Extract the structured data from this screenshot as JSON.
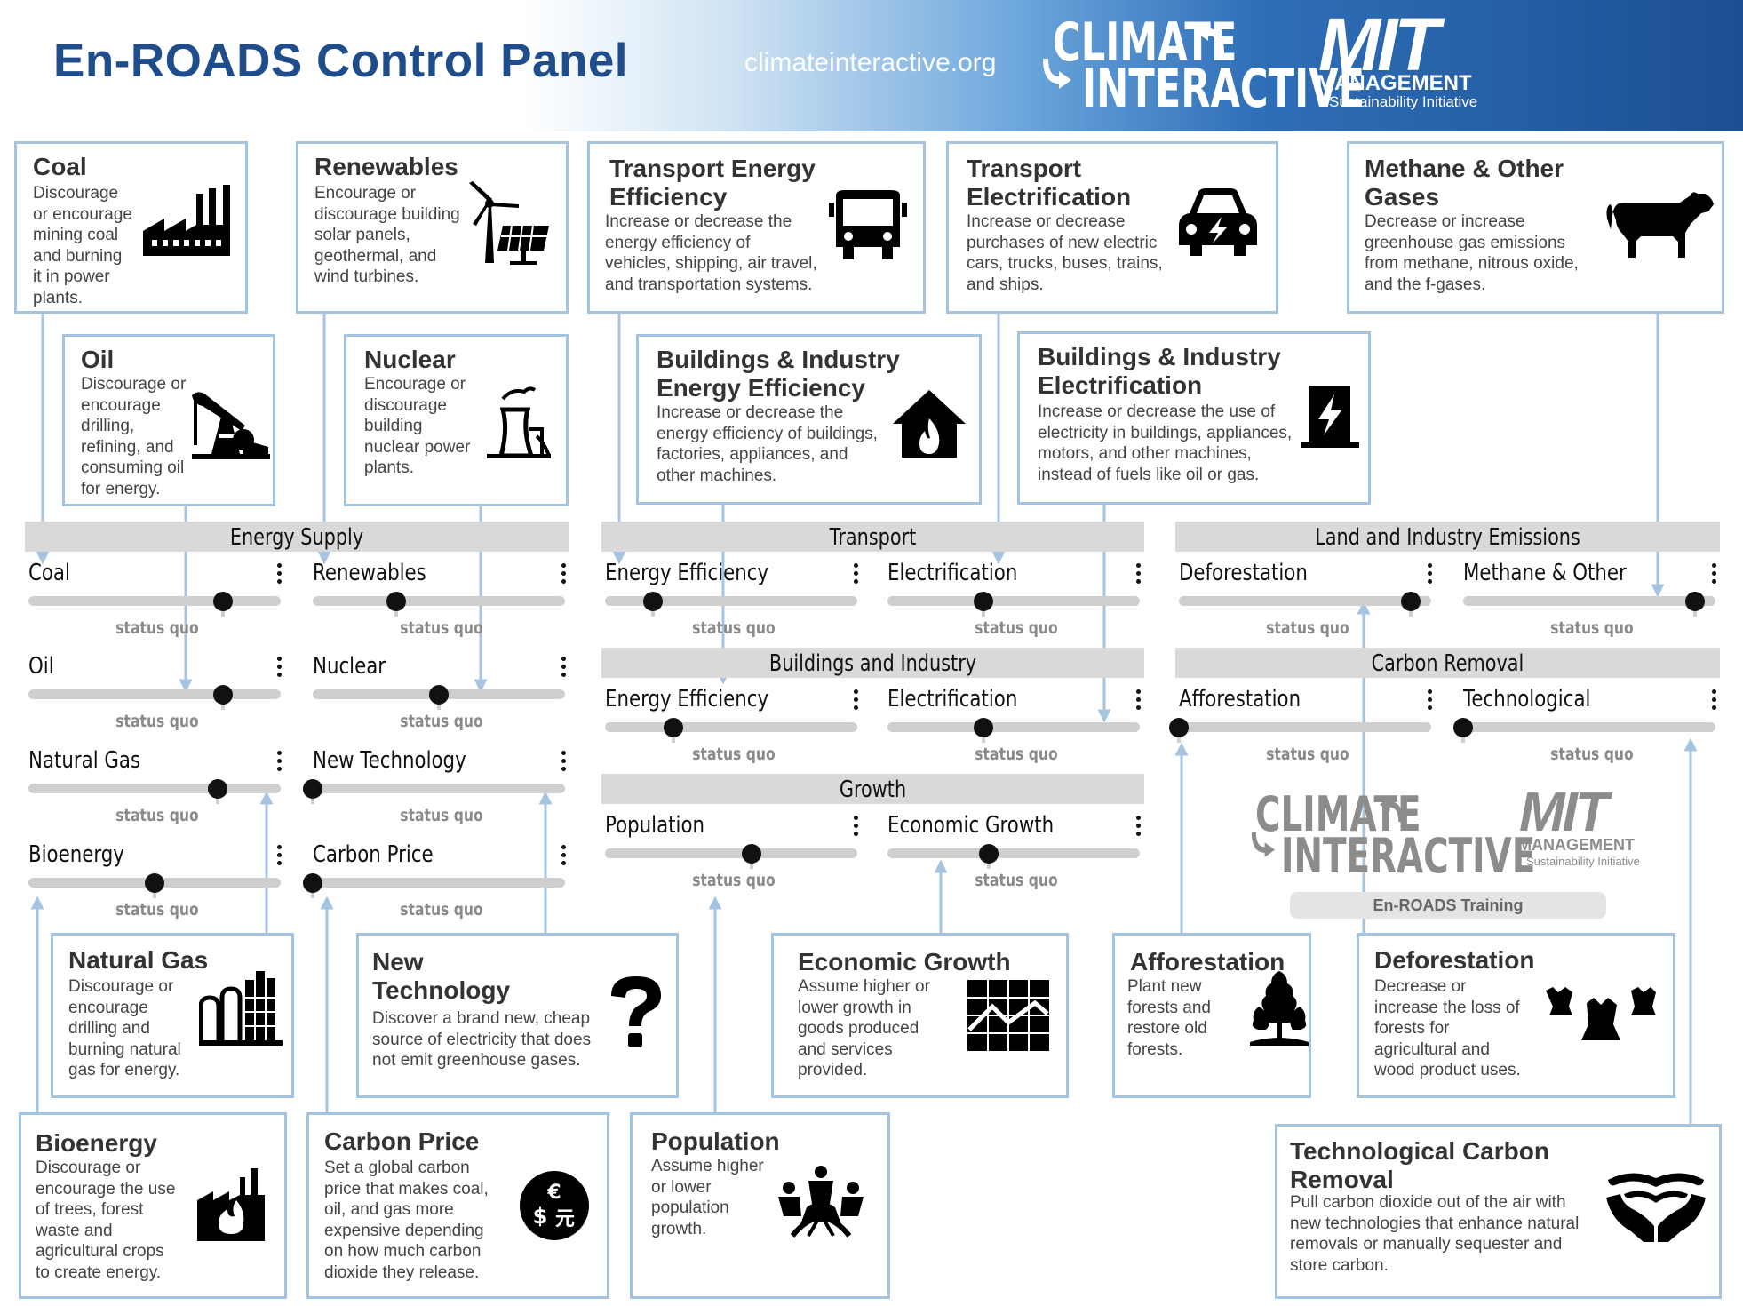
{
  "header": {
    "title": "En-ROADS Control Panel",
    "url": "climateinteractive.org",
    "ci_logo_top": "CLIMATE",
    "ci_logo_bottom": "INTERACTIVE",
    "mit_logo": "MIT",
    "mit_management": "MANAGEMENT",
    "mit_sub": "Sustainability Initiative"
  },
  "boxes": {
    "coal": {
      "title": "Coal",
      "desc": [
        "Discourage",
        "or encourage",
        "mining coal",
        "and burning",
        "it in power",
        "plants."
      ],
      "icon": "factory-icon"
    },
    "renewables": {
      "title": "Renewables",
      "desc": [
        "Encourage or",
        "discourage building",
        "solar panels,",
        "geothermal,  and",
        "wind turbines."
      ],
      "icon": "wind-solar-icon"
    },
    "transport_eff": {
      "title": [
        "Transport Energy",
        "Efficiency"
      ],
      "desc": [
        "Increase or decrease the",
        "energy efficiency of",
        "vehicles, shipping, air travel,",
        "and transportation systems."
      ],
      "icon": "bus-icon"
    },
    "transport_elec": {
      "title": [
        "Transport",
        "Electrification"
      ],
      "desc": [
        "Increase or decrease",
        "purchases of new electric",
        "cars, trucks, buses, trains,",
        "and ships."
      ],
      "icon": "electric-car-icon"
    },
    "methane": {
      "title": [
        "Methane & Other",
        "Gases"
      ],
      "desc": [
        "Decrease or increase",
        "greenhouse gas emissions",
        "from methane, nitrous oxide,",
        "and the f-gases."
      ],
      "icon": "cow-icon"
    },
    "oil": {
      "title": "Oil",
      "desc": [
        "Discourage or",
        "encourage",
        "drilling,",
        "refining, and",
        "consuming oil",
        "for energy."
      ],
      "icon": "oil-pump-icon"
    },
    "nuclear": {
      "title": "Nuclear",
      "desc": [
        "Encourage or",
        "discourage",
        "building",
        "nuclear power",
        "plants."
      ],
      "icon": "nuclear-plant-icon"
    },
    "bi_eff": {
      "title": [
        "Buildings & Industry",
        "Energy Efficiency"
      ],
      "desc": [
        "Increase or decrease the",
        "energy efficiency of buildings,",
        "factories, appliances, and",
        "other machines."
      ],
      "icon": "house-flame-icon"
    },
    "bi_elec": {
      "title": [
        "Buildings & Industry",
        "Electrification"
      ],
      "desc": [
        "Increase or decrease the use of",
        "electricity in buildings, appliances,",
        "motors, and other machines,",
        "instead of fuels like oil or gas."
      ],
      "icon": "electricity-icon"
    },
    "natural_gas": {
      "title": "Natural Gas",
      "desc": [
        "Discourage or",
        "encourage",
        "drilling and",
        "burning natural",
        "gas for energy."
      ],
      "icon": "gas-facility-icon"
    },
    "new_tech": {
      "title": [
        "New",
        "Technology"
      ],
      "desc": [
        "Discover a brand new, cheap",
        "source of electricity that does",
        "not emit greenhouse gases."
      ],
      "icon": "question-mark-icon"
    },
    "econ_growth": {
      "title": "Economic Growth",
      "desc": [
        "Assume higher or",
        "lower growth in",
        "goods produced",
        "and services",
        "provided."
      ],
      "icon": "growth-chart-icon"
    },
    "afforestation": {
      "title": "Afforestation",
      "desc": [
        "Plant new",
        "forests and",
        "restore old",
        "forests."
      ],
      "icon": "trees-icon"
    },
    "deforestation": {
      "title": "Deforestation",
      "desc": [
        "Decrease or",
        "increase the loss of",
        "forests for",
        "agricultural and",
        "wood product uses."
      ],
      "icon": "stumps-icon"
    },
    "bioenergy": {
      "title": "Bioenergy",
      "desc": [
        "Discourage or",
        "encourage the use",
        "of trees, forest",
        "waste and",
        "agricultural crops",
        "to create energy."
      ],
      "icon": "bio-factory-icon"
    },
    "carbon_price": {
      "title": "Carbon Price",
      "desc": [
        "Set a global carbon",
        "price that makes coal,",
        "oil, and gas more",
        "expensive depending",
        "on how much carbon",
        "dioxide they release."
      ],
      "icon": "currency-icon",
      "icon_text": "€\n$ 元"
    },
    "population": {
      "title": "Population",
      "desc": [
        "Assume higher",
        "or lower",
        "population",
        "growth."
      ],
      "icon": "people-icon"
    },
    "tech_removal": {
      "title": [
        "Technological Carbon",
        "Removal"
      ],
      "desc": [
        "Pull carbon dioxide out of the air with",
        "new technologies that enhance natural",
        "removals or manually sequester and",
        "store carbon."
      ],
      "icon": "hands-icon"
    }
  },
  "sections": {
    "energy_supply": "Energy Supply",
    "transport": "Transport",
    "land_industry": "Land and Industry Emissions",
    "buildings_industry": "Buildings and Industry",
    "carbon_removal": "Carbon Removal",
    "growth": "Growth"
  },
  "sliders": {
    "coal": {
      "label": "Coal",
      "status": "status quo",
      "value": 0.77
    },
    "renewables": {
      "label": "Renewables",
      "status": "status quo",
      "value": 0.33
    },
    "oil": {
      "label": "Oil",
      "status": "status quo",
      "value": 0.77
    },
    "nuclear": {
      "label": "Nuclear",
      "status": "status quo",
      "value": 0.5
    },
    "natural_gas": {
      "label": "Natural Gas",
      "status": "status quo",
      "value": 0.75
    },
    "new_tech": {
      "label": "New Technology",
      "status": "status quo",
      "value": 0.0
    },
    "bioenergy": {
      "label": "Bioenergy",
      "status": "status quo",
      "value": 0.5
    },
    "carbon_price": {
      "label": "Carbon Price",
      "status": "status quo",
      "value": 0.0
    },
    "transport_eff": {
      "label": "Energy Efficiency",
      "status": "status quo",
      "value": 0.19
    },
    "transport_elec": {
      "label": "Electrification",
      "status": "status quo",
      "value": 0.38
    },
    "bi_eff": {
      "label": "Energy Efficiency",
      "status": "status quo",
      "value": 0.27
    },
    "bi_elec": {
      "label": "Electrification",
      "status": "status quo",
      "value": 0.38
    },
    "population": {
      "label": "Population",
      "status": "status quo",
      "value": 0.58
    },
    "econ_growth": {
      "label": "Economic Growth",
      "status": "status quo",
      "value": 0.4
    },
    "deforestation": {
      "label": "Deforestation",
      "status": "status quo",
      "value": 0.92
    },
    "methane": {
      "label": "Methane & Other",
      "status": "status quo",
      "value": 0.92
    },
    "afforestation": {
      "label": "Afforestation",
      "status": "status quo",
      "value": 0.0
    },
    "tech_removal": {
      "label": "Technological",
      "status": "status quo",
      "value": 0.0
    }
  },
  "training": {
    "ci_top": "CLIMATE",
    "ci_bottom": "INTERACTIVE",
    "mit": "MIT",
    "mit_management": "MANAGEMENT",
    "mit_sub": "Sustainability Initiative",
    "button": "En-ROADS Training"
  },
  "colors": {
    "accent": "#1f4d8c",
    "box_border": "#a4c4e2",
    "section_bg": "#d9d9d9"
  }
}
